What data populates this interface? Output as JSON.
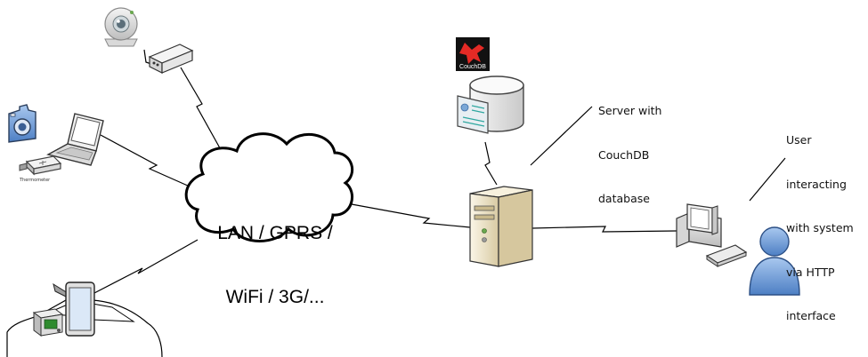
{
  "cloud": {
    "line1": "LAN / GPRS /",
    "line2": "WiFi / 3G/..."
  },
  "server_label": {
    "line1": "Server with",
    "line2": "CouchDB",
    "line3": "database"
  },
  "user_label": {
    "line1": "User",
    "line2": "interacting",
    "line3": "with system",
    "line4": "via HTTP",
    "line5": "interface"
  },
  "couchdb_logo_text": "CouchDB",
  "thermometer_text": "Thermometer",
  "colors": {
    "couch_red": "#e42a25",
    "user_blue": "#6a9bd8",
    "server_beige": "#eee3c6",
    "lcd_green": "#2e8b2e"
  }
}
